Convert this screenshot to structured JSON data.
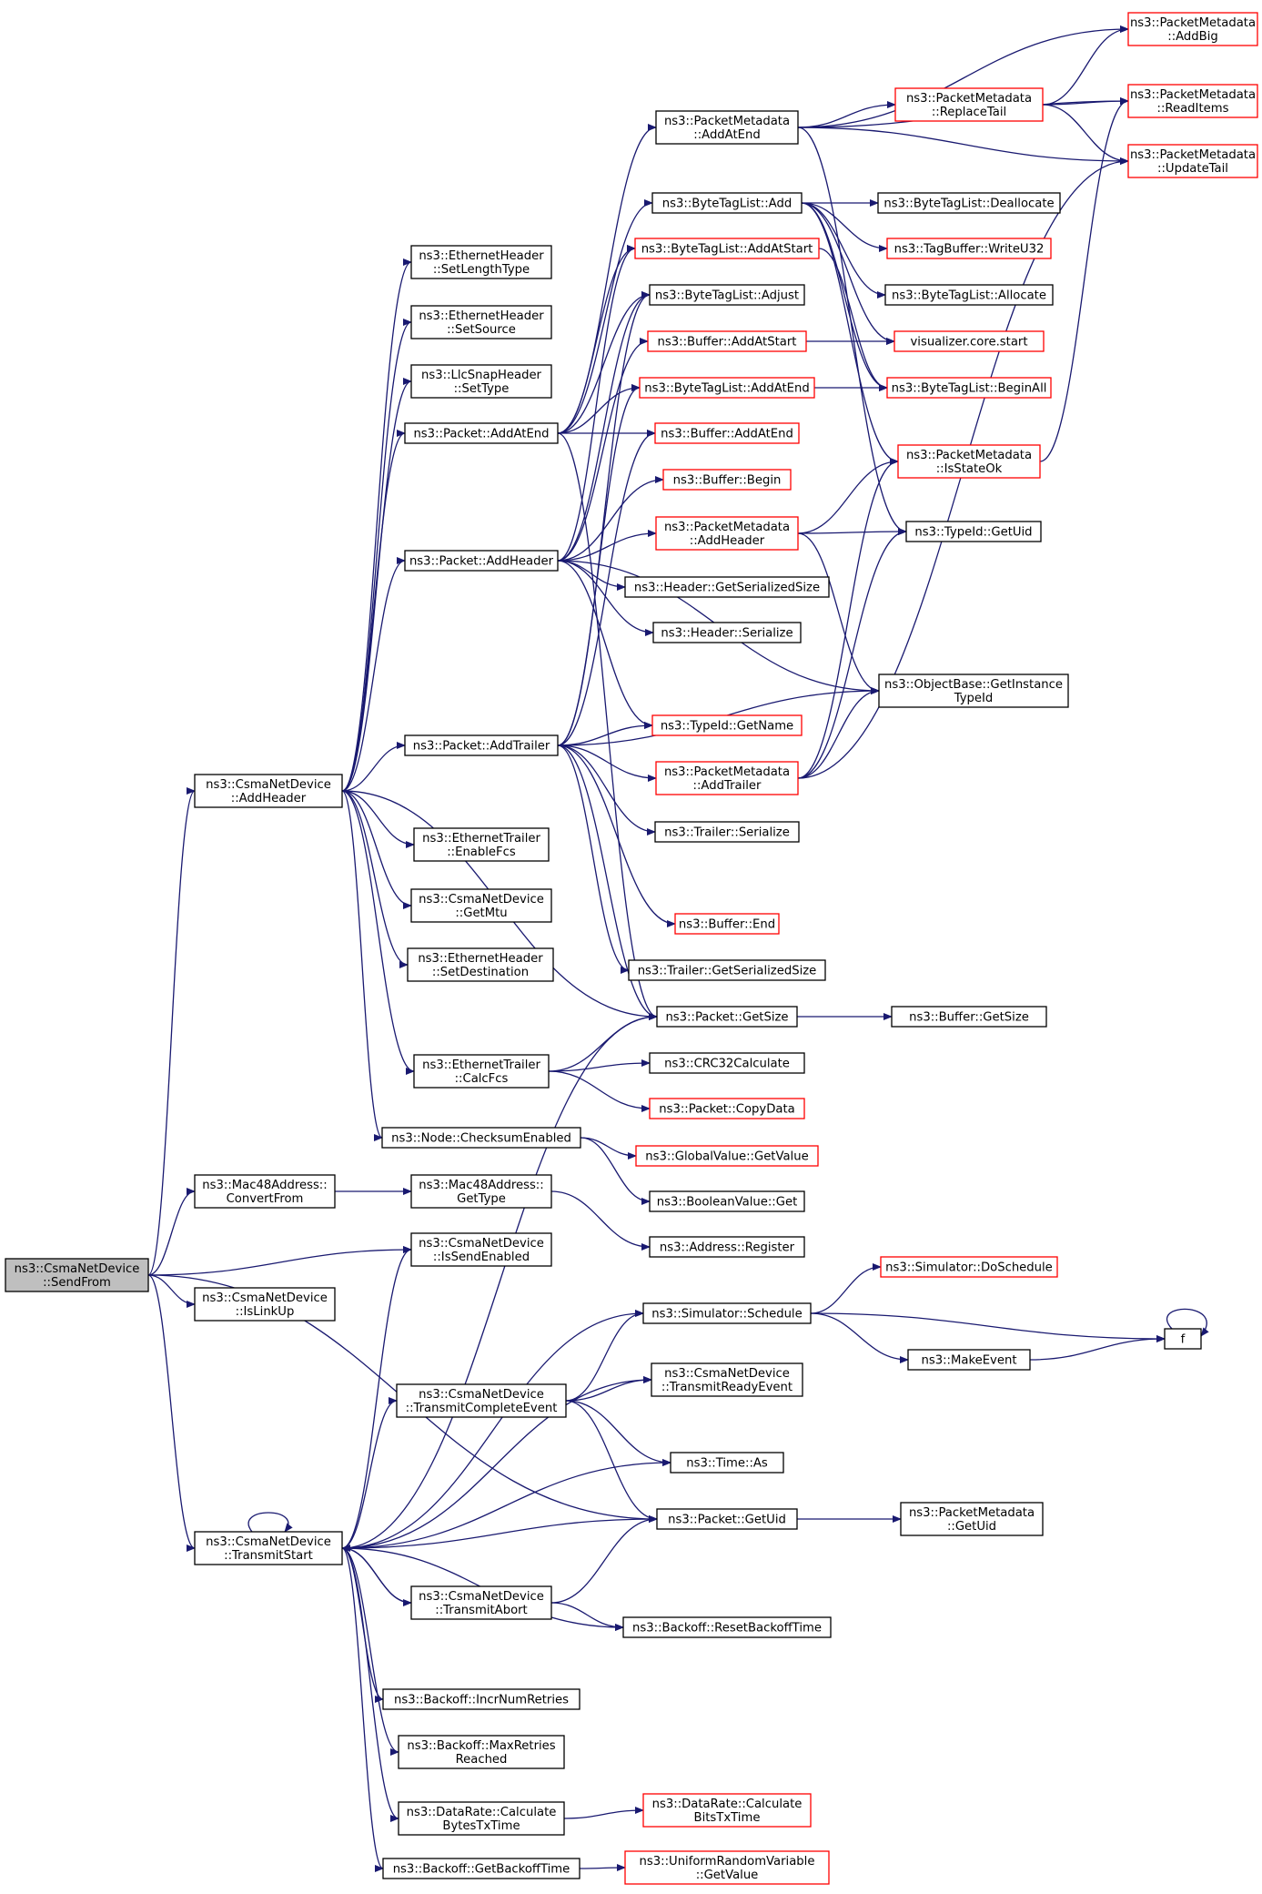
{
  "diagram": {
    "colors": {
      "edge": "#191970",
      "truncated_border": "#ff0000",
      "normal_border": "#000000",
      "root_fill": "#bfbfbf"
    },
    "nodes": [
      {
        "id": "sendfrom",
        "lines": [
          "ns3::CsmaNetDevice",
          "::SendFrom"
        ],
        "style": "root"
      },
      {
        "id": "addheader_dev",
        "lines": [
          "ns3::CsmaNetDevice",
          "::AddHeader"
        ]
      },
      {
        "id": "mac_convert",
        "lines": [
          "ns3::Mac48Address::",
          "ConvertFrom"
        ]
      },
      {
        "id": "islinkup",
        "lines": [
          "ns3::CsmaNetDevice",
          "::IsLinkUp"
        ]
      },
      {
        "id": "transmitstart",
        "lines": [
          "ns3::CsmaNetDevice",
          "::TransmitStart"
        ]
      },
      {
        "id": "eth_setlen",
        "lines": [
          "ns3::EthernetHeader",
          "::SetLengthType"
        ]
      },
      {
        "id": "eth_setsrc",
        "lines": [
          "ns3::EthernetHeader",
          "::SetSource"
        ]
      },
      {
        "id": "llc_settype",
        "lines": [
          "ns3::LlcSnapHeader",
          "::SetType"
        ]
      },
      {
        "id": "pkt_addatend",
        "lines": [
          "ns3::Packet::AddAtEnd"
        ]
      },
      {
        "id": "pkt_addheader",
        "lines": [
          "ns3::Packet::AddHeader"
        ]
      },
      {
        "id": "pkt_addtrailer",
        "lines": [
          "ns3::Packet::AddTrailer"
        ]
      },
      {
        "id": "ethtr_enablefcs",
        "lines": [
          "ns3::EthernetTrailer",
          "::EnableFcs"
        ]
      },
      {
        "id": "dev_getmtu",
        "lines": [
          "ns3::CsmaNetDevice",
          "::GetMtu"
        ]
      },
      {
        "id": "eth_setdest",
        "lines": [
          "ns3::EthernetHeader",
          "::SetDestination"
        ]
      },
      {
        "id": "ethtr_calcfcs",
        "lines": [
          "ns3::EthernetTrailer",
          "::CalcFcs"
        ]
      },
      {
        "id": "node_checksum",
        "lines": [
          "ns3::Node::ChecksumEnabled"
        ]
      },
      {
        "id": "mac_gettype",
        "lines": [
          "ns3::Mac48Address::",
          "GetType"
        ]
      },
      {
        "id": "dev_issendenabled",
        "lines": [
          "ns3::CsmaNetDevice",
          "::IsSendEnabled"
        ]
      },
      {
        "id": "dev_txcomplete",
        "lines": [
          "ns3::CsmaNetDevice",
          "::TransmitCompleteEvent"
        ]
      },
      {
        "id": "dev_txabort",
        "lines": [
          "ns3::CsmaNetDevice",
          "::TransmitAbort"
        ]
      },
      {
        "id": "bo_incr",
        "lines": [
          "ns3::Backoff::IncrNumRetries"
        ]
      },
      {
        "id": "bo_maxret",
        "lines": [
          "ns3::Backoff::MaxRetries",
          "Reached"
        ]
      },
      {
        "id": "dr_calcbytes",
        "lines": [
          "ns3::DataRate::Calculate",
          "BytesTxTime"
        ]
      },
      {
        "id": "bo_getbackoff",
        "lines": [
          "ns3::Backoff::GetBackoffTime"
        ]
      },
      {
        "id": "pm_addatend",
        "lines": [
          "ns3::PacketMetadata",
          "::AddAtEnd"
        ]
      },
      {
        "id": "btl_add",
        "lines": [
          "ns3::ByteTagList::Add"
        ]
      },
      {
        "id": "btl_addatstart",
        "lines": [
          "ns3::ByteTagList::AddAtStart"
        ],
        "style": "truncated"
      },
      {
        "id": "btl_adjust",
        "lines": [
          "ns3::ByteTagList::Adjust"
        ]
      },
      {
        "id": "buf_addatstart",
        "lines": [
          "ns3::Buffer::AddAtStart"
        ],
        "style": "truncated"
      },
      {
        "id": "btl_addatend",
        "lines": [
          "ns3::ByteTagList::AddAtEnd"
        ],
        "style": "truncated"
      },
      {
        "id": "buf_addatend",
        "lines": [
          "ns3::Buffer::AddAtEnd"
        ],
        "style": "truncated"
      },
      {
        "id": "buf_begin",
        "lines": [
          "ns3::Buffer::Begin"
        ],
        "style": "truncated"
      },
      {
        "id": "pm_addheader",
        "lines": [
          "ns3::PacketMetadata",
          "::AddHeader"
        ],
        "style": "truncated"
      },
      {
        "id": "hdr_getsize",
        "lines": [
          "ns3::Header::GetSerializedSize"
        ]
      },
      {
        "id": "hdr_serialize",
        "lines": [
          "ns3::Header::Serialize"
        ]
      },
      {
        "id": "tid_getname",
        "lines": [
          "ns3::TypeId::GetName"
        ],
        "style": "truncated"
      },
      {
        "id": "pm_addtrailer",
        "lines": [
          "ns3::PacketMetadata",
          "::AddTrailer"
        ],
        "style": "truncated"
      },
      {
        "id": "tr_serialize",
        "lines": [
          "ns3::Trailer::Serialize"
        ]
      },
      {
        "id": "buf_end",
        "lines": [
          "ns3::Buffer::End"
        ],
        "style": "truncated"
      },
      {
        "id": "tr_getsize",
        "lines": [
          "ns3::Trailer::GetSerializedSize"
        ]
      },
      {
        "id": "pkt_getsize",
        "lines": [
          "ns3::Packet::GetSize"
        ]
      },
      {
        "id": "crc32",
        "lines": [
          "ns3::CRC32Calculate"
        ]
      },
      {
        "id": "pkt_copydata",
        "lines": [
          "ns3::Packet::CopyData"
        ],
        "style": "truncated"
      },
      {
        "id": "gv_getvalue",
        "lines": [
          "ns3::GlobalValue::GetValue"
        ],
        "style": "truncated"
      },
      {
        "id": "bv_get",
        "lines": [
          "ns3::BooleanValue::Get"
        ]
      },
      {
        "id": "addr_register",
        "lines": [
          "ns3::Address::Register"
        ]
      },
      {
        "id": "sim_schedule",
        "lines": [
          "ns3::Simulator::Schedule"
        ]
      },
      {
        "id": "dev_txready",
        "lines": [
          "ns3::CsmaNetDevice",
          "::TransmitReadyEvent"
        ]
      },
      {
        "id": "time_as",
        "lines": [
          "ns3::Time::As"
        ]
      },
      {
        "id": "pkt_getuid",
        "lines": [
          "ns3::Packet::GetUid"
        ]
      },
      {
        "id": "bo_reset",
        "lines": [
          "ns3::Backoff::ResetBackoffTime"
        ]
      },
      {
        "id": "dr_calcbits",
        "lines": [
          "ns3::DataRate::Calculate",
          "BitsTxTime"
        ],
        "style": "truncated"
      },
      {
        "id": "urv_getvalue",
        "lines": [
          "ns3::UniformRandomVariable",
          "::GetValue"
        ],
        "style": "truncated"
      },
      {
        "id": "pm_replacetail",
        "lines": [
          "ns3::PacketMetadata",
          "::ReplaceTail"
        ],
        "style": "truncated"
      },
      {
        "id": "btl_dealloc",
        "lines": [
          "ns3::ByteTagList::Deallocate"
        ]
      },
      {
        "id": "tb_writeu32",
        "lines": [
          "ns3::TagBuffer::WriteU32"
        ],
        "style": "truncated"
      },
      {
        "id": "btl_alloc",
        "lines": [
          "ns3::ByteTagList::Allocate"
        ]
      },
      {
        "id": "viz_start",
        "lines": [
          "visualizer.core.start"
        ],
        "style": "truncated"
      },
      {
        "id": "btl_beginall",
        "lines": [
          "ns3::ByteTagList::BeginAll"
        ],
        "style": "truncated"
      },
      {
        "id": "pm_isstateok",
        "lines": [
          "ns3::PacketMetadata",
          "::IsStateOk"
        ],
        "style": "truncated"
      },
      {
        "id": "tid_getuid",
        "lines": [
          "ns3::TypeId::GetUid"
        ]
      },
      {
        "id": "ob_getinstance",
        "lines": [
          "ns3::ObjectBase::GetInstance",
          "TypeId"
        ]
      },
      {
        "id": "buf_getsize",
        "lines": [
          "ns3::Buffer::GetSize"
        ]
      },
      {
        "id": "sim_doschedule",
        "lines": [
          "ns3::Simulator::DoSchedule"
        ],
        "style": "truncated"
      },
      {
        "id": "makeevent",
        "lines": [
          "ns3::MakeEvent"
        ]
      },
      {
        "id": "pm_getuid",
        "lines": [
          "ns3::PacketMetadata",
          "::GetUid"
        ]
      },
      {
        "id": "f",
        "lines": [
          "f"
        ]
      },
      {
        "id": "pm_addbig",
        "lines": [
          "ns3::PacketMetadata",
          "::AddBig"
        ],
        "style": "truncated"
      },
      {
        "id": "pm_readitems",
        "lines": [
          "ns3::PacketMetadata",
          "::ReadItems"
        ],
        "style": "truncated"
      },
      {
        "id": "pm_updatetail",
        "lines": [
          "ns3::PacketMetadata",
          "::UpdateTail"
        ],
        "style": "truncated"
      }
    ],
    "edges": [
      [
        "sendfrom",
        "addheader_dev"
      ],
      [
        "sendfrom",
        "mac_convert"
      ],
      [
        "sendfrom",
        "dev_issendenabled"
      ],
      [
        "sendfrom",
        "islinkup"
      ],
      [
        "sendfrom",
        "transmitstart"
      ],
      [
        "sendfrom",
        "pkt_getuid"
      ],
      [
        "addheader_dev",
        "eth_setlen"
      ],
      [
        "addheader_dev",
        "eth_setsrc"
      ],
      [
        "addheader_dev",
        "llc_settype"
      ],
      [
        "addheader_dev",
        "pkt_addatend"
      ],
      [
        "addheader_dev",
        "pkt_addheader"
      ],
      [
        "addheader_dev",
        "pkt_addtrailer"
      ],
      [
        "addheader_dev",
        "ethtr_enablefcs"
      ],
      [
        "addheader_dev",
        "dev_getmtu"
      ],
      [
        "addheader_dev",
        "eth_setdest"
      ],
      [
        "addheader_dev",
        "ethtr_calcfcs"
      ],
      [
        "addheader_dev",
        "node_checksum"
      ],
      [
        "addheader_dev",
        "pkt_getsize"
      ],
      [
        "pkt_addatend",
        "pm_addatend"
      ],
      [
        "pkt_addatend",
        "btl_add"
      ],
      [
        "pkt_addatend",
        "btl_addatstart"
      ],
      [
        "pkt_addatend",
        "btl_adjust"
      ],
      [
        "pkt_addatend",
        "buf_addatend"
      ],
      [
        "pkt_addatend",
        "btl_addatend"
      ],
      [
        "pkt_addatend",
        "pkt_getsize"
      ],
      [
        "pkt_addheader",
        "btl_addatstart"
      ],
      [
        "pkt_addheader",
        "btl_adjust"
      ],
      [
        "pkt_addheader",
        "buf_begin"
      ],
      [
        "pkt_addheader",
        "pm_addheader"
      ],
      [
        "pkt_addheader",
        "hdr_getsize"
      ],
      [
        "pkt_addheader",
        "hdr_serialize"
      ],
      [
        "pkt_addheader",
        "tid_getname"
      ],
      [
        "pkt_addheader",
        "ob_getinstance"
      ],
      [
        "pkt_addheader",
        "buf_addatstart"
      ],
      [
        "pkt_addtrailer",
        "btl_addatend"
      ],
      [
        "pkt_addtrailer",
        "btl_adjust"
      ],
      [
        "pkt_addtrailer",
        "buf_addatend"
      ],
      [
        "pkt_addtrailer",
        "tid_getname"
      ],
      [
        "pkt_addtrailer",
        "pm_addtrailer"
      ],
      [
        "pkt_addtrailer",
        "tr_serialize"
      ],
      [
        "pkt_addtrailer",
        "ob_getinstance"
      ],
      [
        "pkt_addtrailer",
        "buf_end"
      ],
      [
        "pkt_addtrailer",
        "tr_getsize"
      ],
      [
        "pkt_addtrailer",
        "pkt_getsize"
      ],
      [
        "ethtr_calcfcs",
        "pkt_getsize"
      ],
      [
        "ethtr_calcfcs",
        "crc32"
      ],
      [
        "ethtr_calcfcs",
        "pkt_copydata"
      ],
      [
        "node_checksum",
        "gv_getvalue"
      ],
      [
        "node_checksum",
        "bv_get"
      ],
      [
        "mac_convert",
        "mac_gettype"
      ],
      [
        "mac_gettype",
        "addr_register"
      ],
      [
        "transmitstart",
        "transmitstart"
      ],
      [
        "transmitstart",
        "pkt_getsize"
      ],
      [
        "transmitstart",
        "dev_issendenabled"
      ],
      [
        "transmitstart",
        "sim_schedule"
      ],
      [
        "transmitstart",
        "dev_txcomplete"
      ],
      [
        "transmitstart",
        "dev_txready"
      ],
      [
        "transmitstart",
        "time_as"
      ],
      [
        "transmitstart",
        "pkt_getuid"
      ],
      [
        "transmitstart",
        "dev_txabort"
      ],
      [
        "transmitstart",
        "bo_reset"
      ],
      [
        "transmitstart",
        "bo_incr"
      ],
      [
        "transmitstart",
        "bo_maxret"
      ],
      [
        "transmitstart",
        "dr_calcbytes"
      ],
      [
        "transmitstart",
        "bo_getbackoff"
      ],
      [
        "dev_txcomplete",
        "sim_schedule"
      ],
      [
        "dev_txcomplete",
        "dev_txready"
      ],
      [
        "dev_txcomplete",
        "time_as"
      ],
      [
        "dev_txcomplete",
        "pkt_getuid"
      ],
      [
        "dev_txabort",
        "transmitstart"
      ],
      [
        "dev_txabort",
        "pkt_getuid"
      ],
      [
        "dev_txabort",
        "bo_reset"
      ],
      [
        "dr_calcbytes",
        "dr_calcbits"
      ],
      [
        "bo_getbackoff",
        "urv_getvalue"
      ],
      [
        "pm_addatend",
        "pm_replacetail"
      ],
      [
        "pm_addatend",
        "pm_addbig"
      ],
      [
        "pm_addatend",
        "pm_readitems"
      ],
      [
        "pm_addatend",
        "pm_updatetail"
      ],
      [
        "pm_addatend",
        "tid_getuid"
      ],
      [
        "pm_replacetail",
        "pm_addbig"
      ],
      [
        "pm_replacetail",
        "pm_readitems"
      ],
      [
        "pm_replacetail",
        "pm_updatetail"
      ],
      [
        "btl_add",
        "btl_dealloc"
      ],
      [
        "btl_add",
        "tb_writeu32"
      ],
      [
        "btl_add",
        "btl_alloc"
      ],
      [
        "btl_add",
        "viz_start"
      ],
      [
        "btl_add",
        "btl_beginall"
      ],
      [
        "btl_add",
        "pm_isstateok"
      ],
      [
        "btl_addatstart",
        "btl_beginall"
      ],
      [
        "buf_addatstart",
        "viz_start"
      ],
      [
        "btl_addatend",
        "btl_beginall"
      ],
      [
        "pm_addheader",
        "pm_isstateok"
      ],
      [
        "pm_addheader",
        "tid_getuid"
      ],
      [
        "pm_addheader",
        "ob_getinstance"
      ],
      [
        "pm_addtrailer",
        "pm_isstateok"
      ],
      [
        "pm_addtrailer",
        "tid_getuid"
      ],
      [
        "pm_addtrailer",
        "ob_getinstance"
      ],
      [
        "pm_addtrailer",
        "pm_updatetail"
      ],
      [
        "pm_isstateok",
        "pm_readitems"
      ],
      [
        "pkt_getsize",
        "buf_getsize"
      ],
      [
        "sim_schedule",
        "sim_doschedule"
      ],
      [
        "sim_schedule",
        "makeevent"
      ],
      [
        "sim_schedule",
        "f"
      ],
      [
        "makeevent",
        "f"
      ],
      [
        "f",
        "f"
      ],
      [
        "pkt_getuid",
        "pm_getuid"
      ]
    ]
  }
}
